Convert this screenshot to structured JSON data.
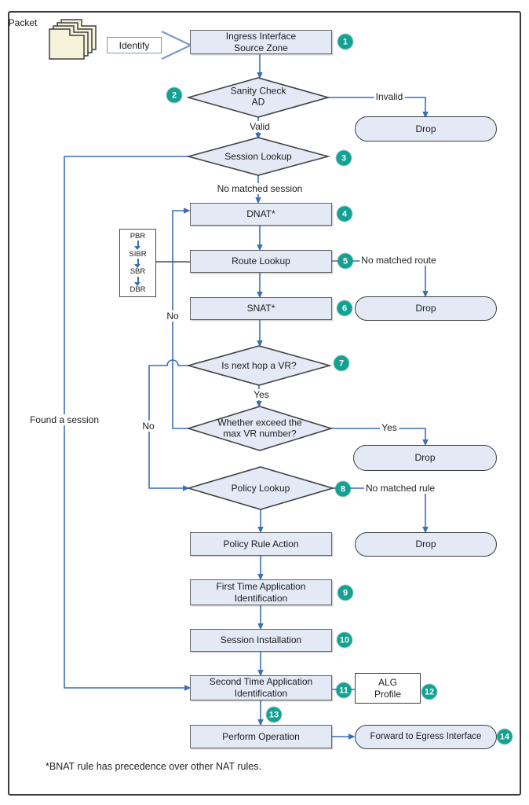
{
  "packet": {
    "label": "Packet"
  },
  "identify": {
    "label": "Identify"
  },
  "nodes": {
    "ingress": {
      "line1": "Ingress Interface",
      "line2": "Source Zone"
    },
    "sanity": {
      "line1": "Sanity Check",
      "line2": "AD"
    },
    "session_lookup": {
      "label": "Session Lookup"
    },
    "dnat": {
      "label": "DNAT*"
    },
    "route_lookup": {
      "label": "Route Lookup"
    },
    "snat": {
      "label": "SNAT*"
    },
    "next_hop_vr": {
      "label": "Is next hop a VR?"
    },
    "exceed_vr": {
      "line1": "Whether exceed the",
      "line2": "max VR number?"
    },
    "policy_lookup": {
      "label": "Policy  Lookup"
    },
    "policy_rule_action": {
      "label": "Policy Rule Action"
    },
    "first_time_app": {
      "line1": "First Time Application",
      "line2": "Identification"
    },
    "session_installation": {
      "label": "Session Installation"
    },
    "second_time_app": {
      "line1": "Second Time Application",
      "line2": "Identification"
    },
    "alg_profile": {
      "line1": "ALG",
      "line2": "Profile"
    },
    "perform_operation": {
      "label": "Perform Operation"
    },
    "forward_egress": {
      "label": "Forward to Egress Interface"
    },
    "drop1": {
      "label": "Drop"
    },
    "drop2": {
      "label": "Drop"
    },
    "drop3": {
      "label": "Drop"
    },
    "drop4": {
      "label": "Drop"
    }
  },
  "routing_box": {
    "items": [
      "PBR",
      "SIBR",
      "SBR",
      "DBR"
    ]
  },
  "edge_labels": {
    "invalid": "Invalid",
    "valid": "Valid",
    "no_matched_session": "No matched session",
    "no_matched_route": "No matched route",
    "no_back_to_dnat": "No",
    "yes_vr": "Yes",
    "no_to_policy": "No",
    "yes_exceed": "Yes",
    "no_matched_rule": "No matched rule",
    "found_session": "Found a session"
  },
  "badges": {
    "b1": "1",
    "b2": "2",
    "b3": "3",
    "b4": "4",
    "b5": "5",
    "b6": "6",
    "b7": "7",
    "b8": "8",
    "b9": "9",
    "b10": "10",
    "b11": "11",
    "b12": "12",
    "b13": "13",
    "b14": "14"
  },
  "footnote": "*BNAT rule has precedence over other NAT rules.",
  "colors": {
    "badge_teal": "#12a192",
    "connector_blue": "#3a6fb5",
    "node_fill": "#e3e9f5",
    "node_border": "#636363",
    "frame_border": "#3a3a3a",
    "packet_fill": "#f6f3da"
  }
}
